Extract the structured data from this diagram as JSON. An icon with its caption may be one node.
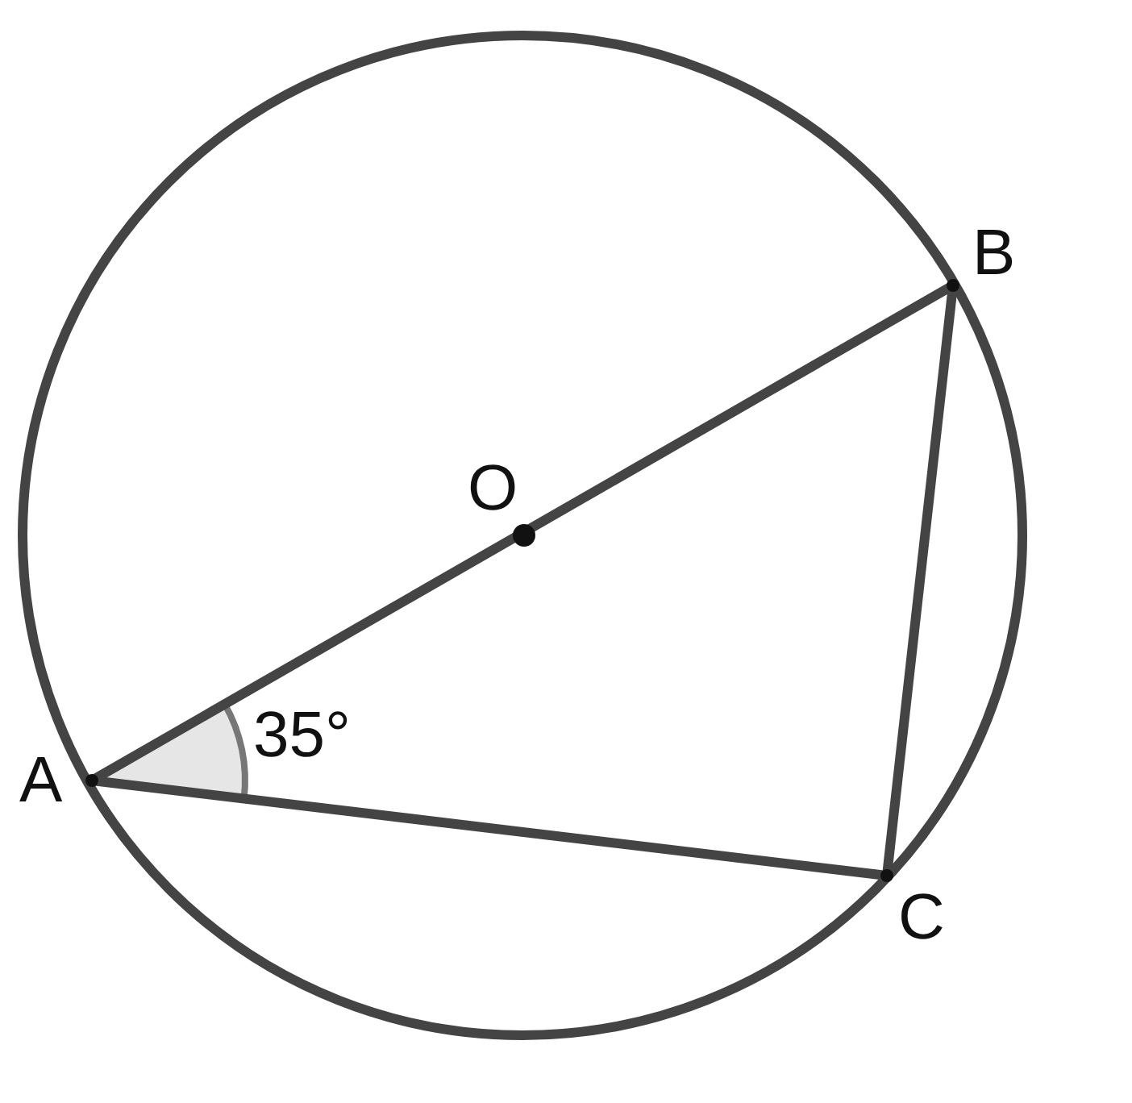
{
  "diagram": {
    "nodes": [
      {
        "text": [
          "A"
        ]
      },
      {
        "text": [
          "B"
        ]
      },
      {
        "text": [
          "C"
        ]
      },
      {
        "text": [
          "O"
        ]
      }
    ],
    "edges": [
      {
        "from": 0,
        "to": 1,
        "arrow": "none"
      },
      {
        "from": 1,
        "to": 2,
        "arrow": "none"
      },
      {
        "from": 2,
        "to": 0,
        "arrow": "none"
      }
    ],
    "labels": [
      "35°"
    ]
  }
}
